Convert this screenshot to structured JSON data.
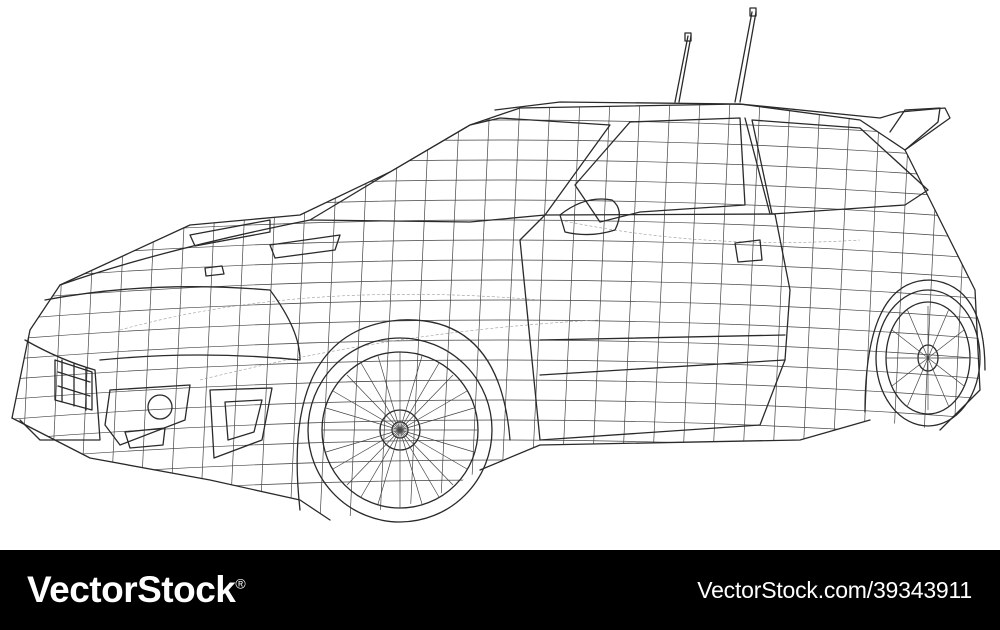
{
  "image": {
    "subject": "wireframe-rally-car",
    "background": "#ffffff",
    "line_color": "#2a2a2a"
  },
  "footer": {
    "brand": "VectorStock",
    "registered_mark": "®",
    "image_id": "VectorStock.com/39343911",
    "background": "#000000",
    "text_color": "#ffffff"
  }
}
